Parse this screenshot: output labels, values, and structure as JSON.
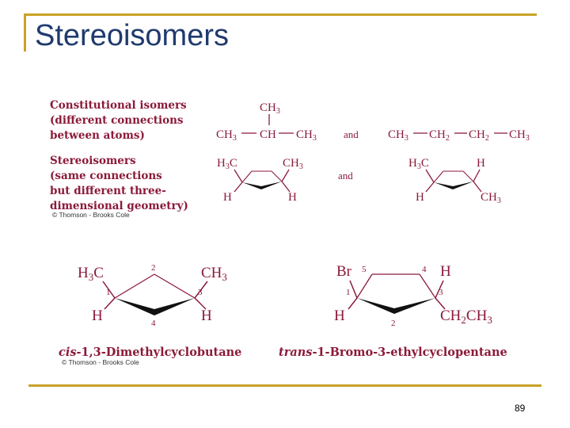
{
  "slide": {
    "title": "Stereoisomers",
    "page_number": "89",
    "accent_color": "#c9a227",
    "title_color": "#1f3a6e",
    "figure_color": "#8b1a3a"
  },
  "figure_top": {
    "constitutional_label": "Constitutional isomers\n(different connections\nbetween atoms)",
    "stereo_label": "Stereoisomers\n(same connections\nbut different three-\ndimensional geometry)",
    "credit": "© Thomson - Brooks Cole",
    "and_1": "and",
    "and_2": "and",
    "isobutane": {
      "top": "CH",
      "top_sub": "3",
      "left": "CH",
      "left_sub": "3",
      "center": "CH",
      "right": "CH",
      "right_sub": "3"
    },
    "butane": {
      "a": "CH",
      "a_sub": "3",
      "b": "CH",
      "b_sub": "2",
      "c": "CH",
      "c_sub": "2",
      "d": "CH",
      "d_sub": "3"
    },
    "cis_small": {
      "h3c_l": "H",
      "h3c_sub": "3",
      "h3c_r": "C",
      "ch3": "CH",
      "ch3_sub": "3",
      "h_left": "H",
      "h_right": "H"
    },
    "trans_small": {
      "h3c_l": "H",
      "h3c_sub": "3",
      "h3c_r": "C",
      "h_top": "H",
      "h_bottom": "H",
      "ch3": "CH",
      "ch3_sub": "3"
    }
  },
  "figure_bottom": {
    "cis": {
      "h3c_l": "H",
      "h3c_sub": "3",
      "h3c_r": "C",
      "ch3": "CH",
      "ch3_sub": "3",
      "h_left": "H",
      "h_right": "H",
      "n1": "1",
      "n2": "2",
      "n3": "3",
      "n4": "4",
      "name_prefix": "cis",
      "name_rest": "-1,3-Dimethylcyclobutane"
    },
    "trans": {
      "br": "Br",
      "h_top": "H",
      "h_bottom": "H",
      "et": "CH",
      "et_sub1": "2",
      "et_mid": "CH",
      "et_sub2": "3",
      "n1": "1",
      "n2": "2",
      "n3": "3",
      "n4": "4",
      "n5": "5",
      "name_prefix": "trans",
      "name_rest": "-1-Bromo-3-ethylcyclopentane"
    },
    "credit": "© Thomson - Brooks Cole"
  }
}
